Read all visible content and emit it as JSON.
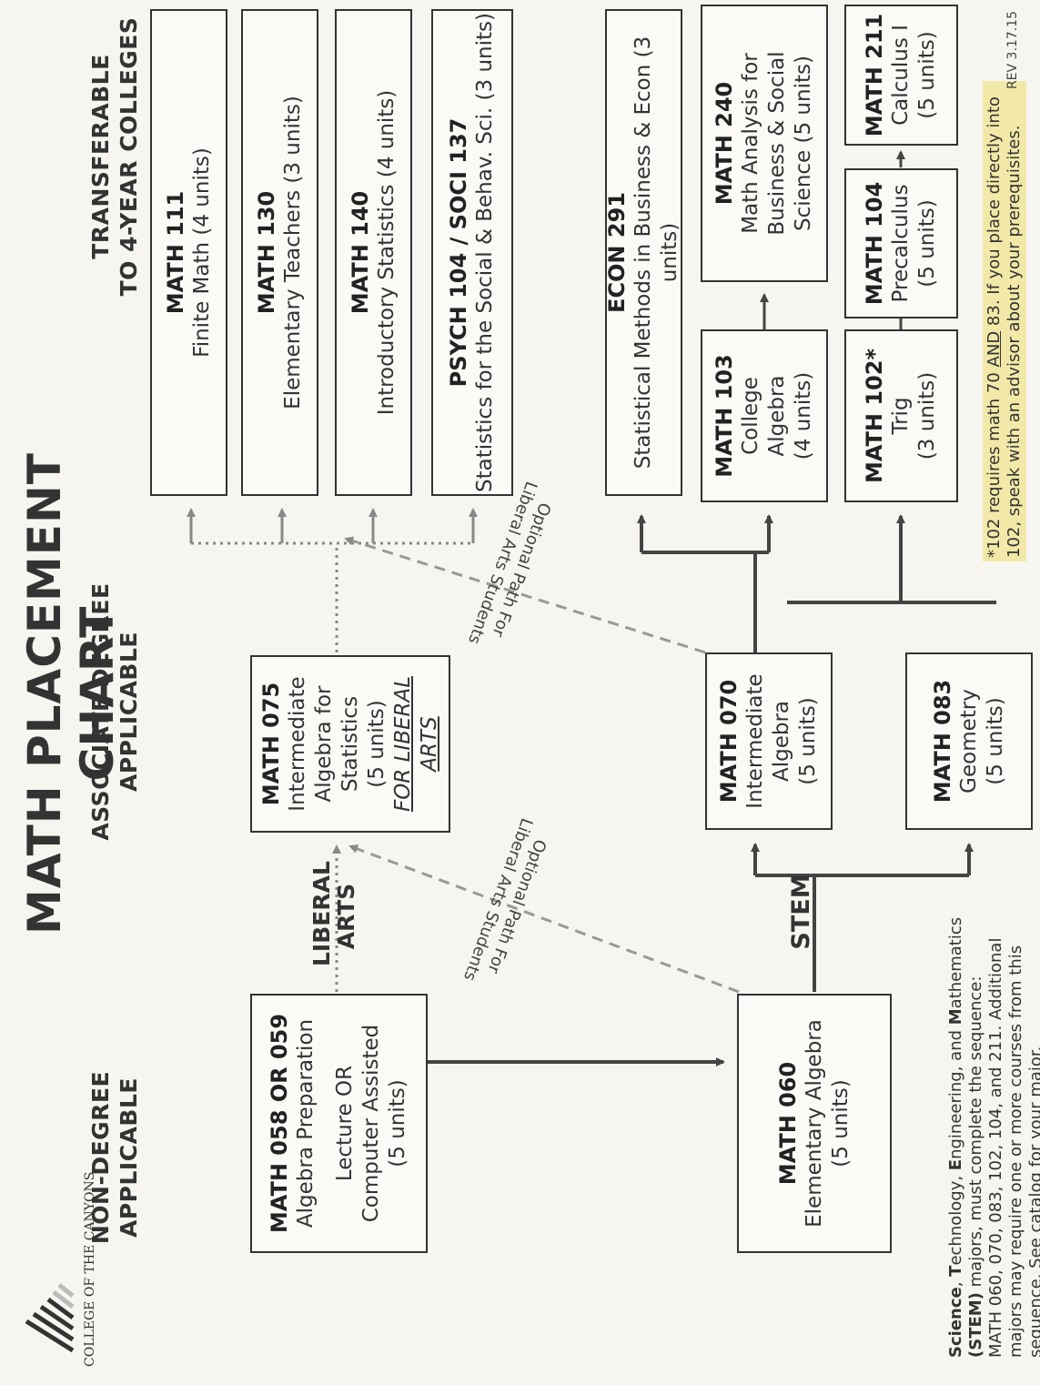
{
  "title": "MATH PLACEMENT CHART",
  "logo": {
    "text": "COLLEGE OF THE CANYONS"
  },
  "columns": {
    "non_degree": [
      "NON-DEGREE",
      "APPLICABLE"
    ],
    "associate": [
      "ASSOCIATE DEGREE",
      "APPLICABLE"
    ],
    "transferable": [
      "TRANSFERABLE",
      "TO 4-YEAR COLLEGES"
    ]
  },
  "path_labels": {
    "liberal_arts": [
      "LIBERAL",
      "ARTS"
    ],
    "stem": "STEM",
    "optional_1": [
      "Optional Path For",
      "Liberal Arts Students"
    ],
    "optional_2": [
      "Optional Path For",
      "Liberal Arts Students"
    ]
  },
  "courses": {
    "math058": {
      "code": "MATH 058 OR 059",
      "lines": [
        "Algebra Preparation",
        "",
        "Lecture OR",
        "Computer Assisted",
        "(5 units)"
      ]
    },
    "math060": {
      "code": "MATH 060",
      "lines": [
        "Elementary Algebra",
        "(5 units)"
      ]
    },
    "math075": {
      "code": "MATH 075",
      "lines": [
        "Intermediate",
        "Algebra for",
        "Statistics",
        "(5 units)"
      ],
      "note": [
        "FOR LIBERAL",
        "ARTS"
      ]
    },
    "math070": {
      "code": "MATH 070",
      "lines": [
        "Intermediate",
        "Algebra",
        "(5 units)"
      ]
    },
    "math083": {
      "code": "MATH 083",
      "lines": [
        "Geometry",
        "(5 units)"
      ]
    },
    "math111": {
      "code": "MATH 111",
      "lines": [
        "Finite Math  (4 units)"
      ]
    },
    "math130": {
      "code": "MATH 130",
      "lines": [
        "Elementary Teachers (3 units)"
      ]
    },
    "math140": {
      "code": "MATH 140",
      "lines": [
        "Introductory  Statistics (4 units)"
      ]
    },
    "psych104": {
      "code": "PSYCH 104 / SOCI 137",
      "lines": [
        "Statistics for the Social & Behav. Sci. (3 units)"
      ]
    },
    "econ291": {
      "code": "ECON 291",
      "lines": [
        "Statistical Methods in Business & Econ  (3 units)"
      ]
    },
    "math103": {
      "code": "MATH 103",
      "lines": [
        "College",
        "Algebra",
        "(4 units)"
      ]
    },
    "math240": {
      "code": "MATH 240",
      "lines": [
        "Math Analysis for",
        "Business & Social",
        "Science (5 units)"
      ]
    },
    "math102": {
      "code": "MATH 102*",
      "lines": [
        "Trig",
        "(3 units)"
      ]
    },
    "math104": {
      "code": "MATH 104",
      "lines": [
        "Precalculus",
        "(5 units)"
      ]
    },
    "math211": {
      "code": "MATH 211",
      "lines": [
        "Calculus I",
        "(5 units)"
      ]
    }
  },
  "stem_note": {
    "parts": [
      {
        "t": "Science",
        "b": true
      },
      {
        "t": ", ",
        "b": false
      },
      {
        "t": "T",
        "b": true
      },
      {
        "t": "echnology, ",
        "b": false
      },
      {
        "t": "E",
        "b": true
      },
      {
        "t": "ngineering, and ",
        "b": false
      },
      {
        "t": "M",
        "b": true
      },
      {
        "t": "athematics",
        "b": false
      }
    ],
    "line2_bold": "(STEM)",
    "line2": " majors, must complete the sequence:",
    "lines": [
      "MATH 060, 070, 083, 102, 104, and 211. Additional",
      "majors may require one or more courses from this",
      "sequence.  See catalog for your major."
    ]
  },
  "footnote": {
    "line1_pre": "*102 requires math 70 ",
    "line1_u": "AND",
    "line1_post": "  83. If you place directly into",
    "line2": "102, speak with an advisor about your prerequisites."
  },
  "revision": "REV 3.17.15",
  "colors": {
    "line": "#444444",
    "dotted": "#888888",
    "dashed": "#999999",
    "highlight": "#f2e9a8"
  }
}
